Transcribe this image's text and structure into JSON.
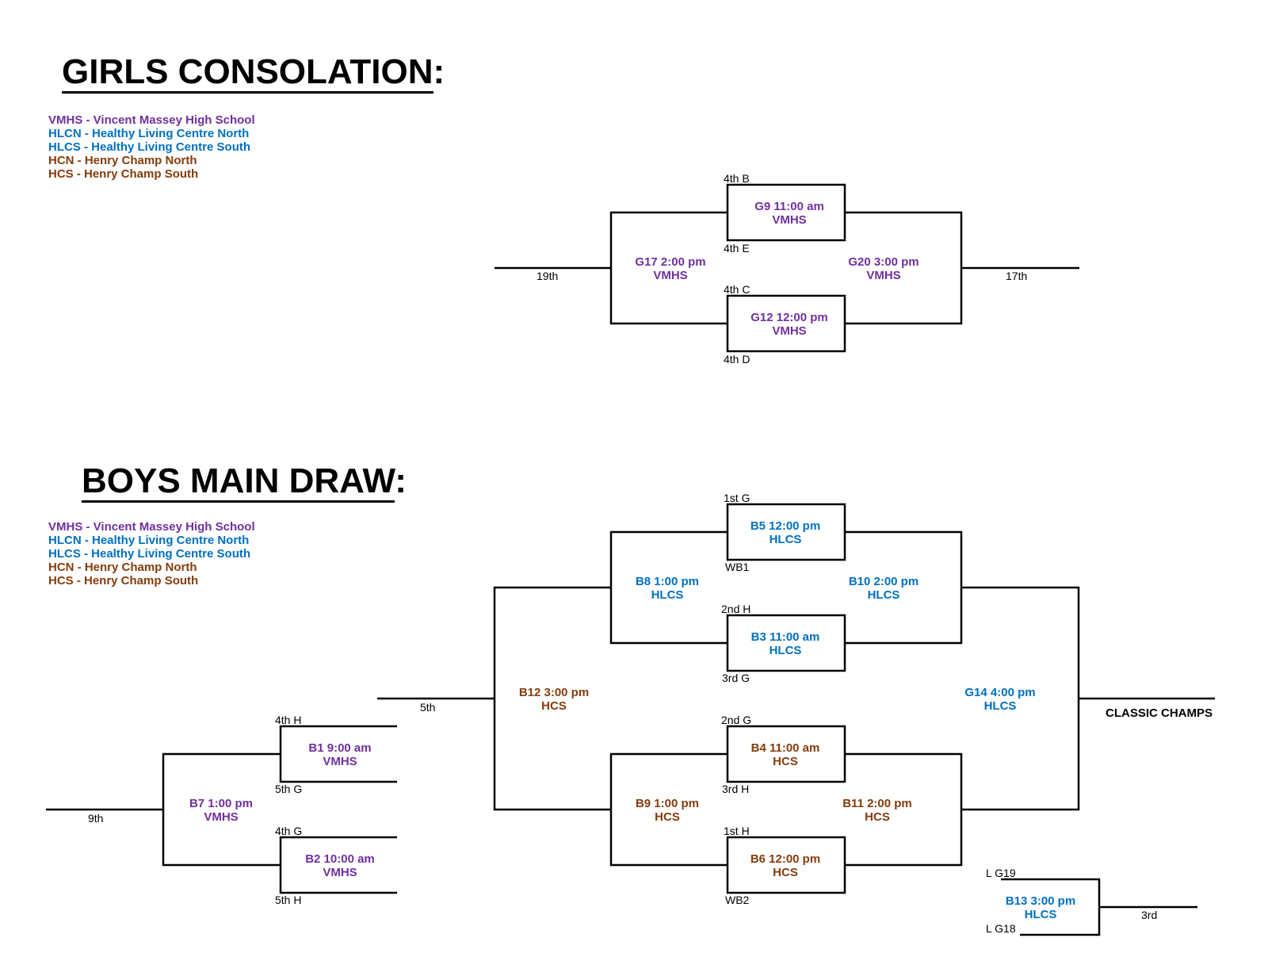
{
  "colors": {
    "VMHS": "#7030a0",
    "HLCN": "#0070c0",
    "HLCS": "#0070c0",
    "HCN": "#843c0c",
    "HCS": "#843c0c"
  },
  "girls": {
    "title": "GIRLS CONSOLATION",
    "title_suffix": ":",
    "legend": [
      {
        "code": "VMHS",
        "text": "VMHS - Vincent Massey High School"
      },
      {
        "code": "HLCN",
        "text": "HLCN - Healthy Living Centre North"
      },
      {
        "code": "HLCS",
        "text": "HLCS - Healthy Living Centre South"
      },
      {
        "code": "HCN",
        "text": "HCN - Henry Champ North"
      },
      {
        "code": "HCS",
        "text": "HCS - Henry Champ South"
      }
    ]
  },
  "boys": {
    "title": "BOYS MAIN DRAW",
    "title_suffix": ":",
    "legend": [
      {
        "code": "VMHS",
        "text": "VMHS - Vincent Massey High School"
      },
      {
        "code": "HLCN",
        "text": "HLCN - Healthy Living Centre North"
      },
      {
        "code": "HLCS",
        "text": "HLCS - Healthy Living Centre South"
      },
      {
        "code": "HCN",
        "text": "HCN - Henry Champ North"
      },
      {
        "code": "HCS",
        "text": "HCS - Henry Champ South"
      }
    ]
  },
  "games": {
    "G9": {
      "line1": "G9  11:00 am",
      "venue": "VMHS"
    },
    "G12": {
      "line1": "G12  12:00 pm",
      "venue": "VMHS"
    },
    "G17": {
      "line1": "G17  2:00 pm",
      "venue": "VMHS"
    },
    "G20": {
      "line1": "G20  3:00 pm",
      "venue": "VMHS"
    },
    "B5": {
      "line1": "B5  12:00 pm",
      "venue": "HLCS"
    },
    "B3": {
      "line1": "B3  11:00 am",
      "venue": "HLCS"
    },
    "B8": {
      "line1": "B8  1:00 pm",
      "venue": "HLCS"
    },
    "B10": {
      "line1": "B10  2:00 pm",
      "venue": "HLCS"
    },
    "B12": {
      "line1": "B12  3:00 pm",
      "venue": "HCS"
    },
    "G14": {
      "line1": "G14  4:00 pm",
      "venue": "HLCS"
    },
    "B4": {
      "line1": "B4  11:00 am",
      "venue": "HCS"
    },
    "B6": {
      "line1": "B6  12:00 pm",
      "venue": "HCS"
    },
    "B9": {
      "line1": "B9  1:00 pm",
      "venue": "HCS"
    },
    "B11": {
      "line1": "B11  2:00 pm",
      "venue": "HCS"
    },
    "B1": {
      "line1": "B1  9:00 am",
      "venue": "VMHS"
    },
    "B2": {
      "line1": "B2  10:00 am",
      "venue": "VMHS"
    },
    "B7": {
      "line1": "B7  1:00 pm",
      "venue": "VMHS"
    },
    "B13": {
      "line1": "B13  3:00 pm",
      "venue": "HLCS"
    }
  },
  "slots": {
    "g_4thB": "4th B",
    "g_4thE": "4th E",
    "g_4thC": "4th C",
    "g_4thD": "4th D",
    "g_19th": "19th",
    "g_17th": "17th",
    "b_1stG": "1st G",
    "b_WB1": "WB1",
    "b_2ndH": "2nd H",
    "b_3rdG": "3rd G",
    "b_2ndG": "2nd G",
    "b_3rdH": "3rd H",
    "b_1stH": "1st H",
    "b_WB2": "WB2",
    "b_4thH": "4th H",
    "b_5thG": "5th G",
    "b_4thG": "4th G",
    "b_5thH": "5th H",
    "b_5th": "5th",
    "b_9th": "9th",
    "b_LG19": "L G19",
    "b_LG18": "L G18",
    "b_3rd": "3rd",
    "champs": "CLASSIC CHAMPS"
  }
}
